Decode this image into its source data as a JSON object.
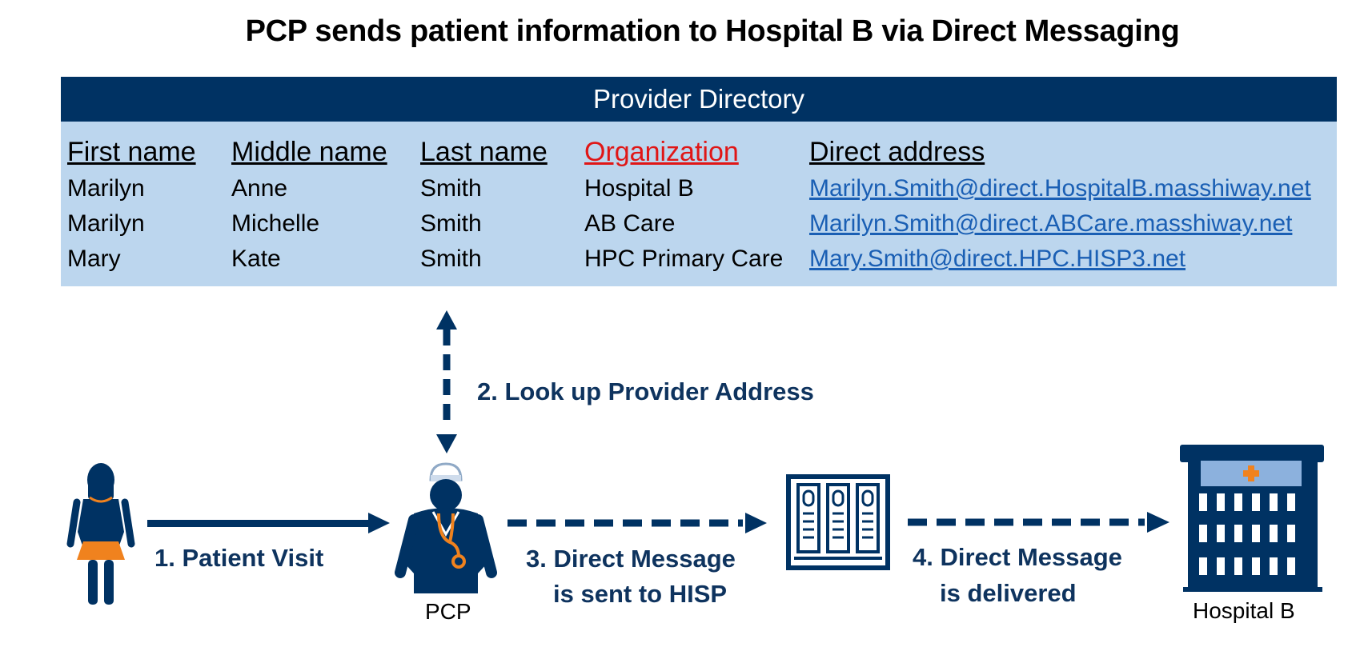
{
  "title": "PCP sends patient information to Hospital B via Direct Messaging",
  "directory": {
    "header": "Provider Directory",
    "columns": [
      "First name",
      "Middle name",
      "Last name",
      "Organization",
      "Direct address"
    ],
    "rows": [
      [
        "Marilyn",
        "Anne",
        "Smith",
        "Hospital B",
        "Marilyn.Smith@direct.HospitalB.masshiway.net"
      ],
      [
        "Marilyn",
        "Michelle",
        "Smith",
        "AB Care",
        "Marilyn.Smith@direct.ABCare.masshiway.net"
      ],
      [
        "Mary",
        "Kate",
        "Smith",
        "HPC Primary Care",
        "Mary.Smith@direct.HPC.HISP3.net"
      ]
    ],
    "highlight_color": "#e01616"
  },
  "steps": {
    "step1": "1. Patient Visit",
    "step2": "2. Look up Provider Address",
    "step3_line1": "3. Direct Message",
    "step3_line2": "is sent to HISP",
    "step4_line1": "4. Direct Message",
    "step4_line2": "is delivered"
  },
  "captions": {
    "pcp": "PCP",
    "hospital": "Hospital B"
  },
  "colors": {
    "navy": "#003263",
    "light_blue": "#bcd6ee",
    "orange": "#f0821e",
    "link": "#1a5fb4"
  },
  "icons": [
    "patient-icon",
    "doctor-icon",
    "hisp-server-icon",
    "hospital-icon"
  ]
}
